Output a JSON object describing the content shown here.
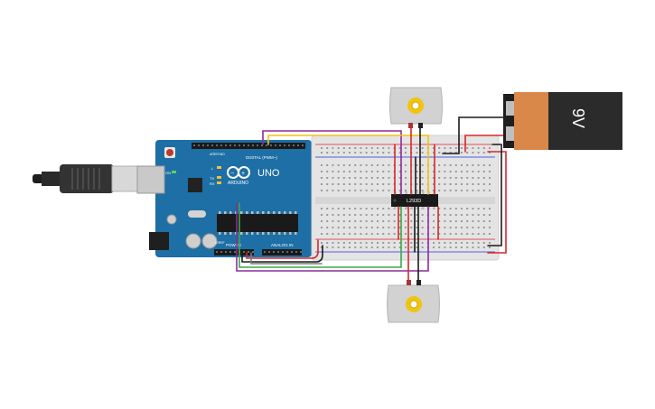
{
  "arduino": {
    "brand": "ARDUINO",
    "model": "UNO",
    "digital_header_label": "DIGITAL (PWM~)",
    "power_label": "POWER",
    "analog_label": "ANALOG IN",
    "tx_label": "TX",
    "rx_label": "RX",
    "l_label": "L",
    "on_label": "ON",
    "aref_label": "AREF",
    "gnd_label": "GND",
    "ioref_label": "IOREF",
    "color": "#1d6fa5"
  },
  "driver_ic": {
    "label": "L293D"
  },
  "battery": {
    "label": "9V",
    "color": "#d9884a"
  },
  "motors": {
    "top": {
      "name": "motor-top"
    },
    "bottom": {
      "name": "motor-bottom"
    }
  },
  "wire_colors": {
    "red": "#d62828",
    "black": "#1a1a1a",
    "yellow": "#f1c40f",
    "purple": "#8e2a9c",
    "green": "#3aa845",
    "gray": "#7a7a7a"
  }
}
